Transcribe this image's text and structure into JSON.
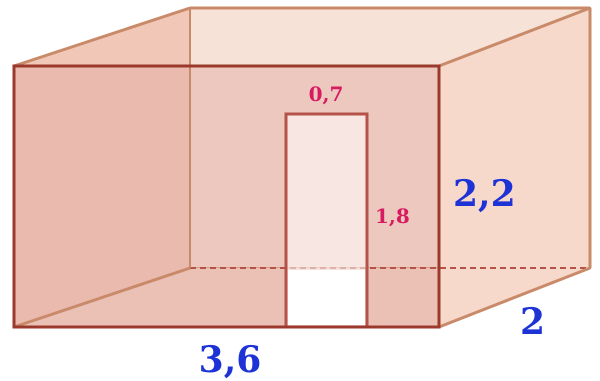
{
  "colors": {
    "edge": "#9b3a2c",
    "back_edge": "#c98a6a",
    "face_fill": "#f6ddd0",
    "front_face_fill": "#e8b9b2",
    "door_fill": "#ffffff",
    "door_edge": "#b5524a",
    "door_label": "#d81b60",
    "main_label": "#1e33d6"
  },
  "labels": {
    "door_width": "0,7",
    "door_height": "1,8",
    "room_height": "2,2",
    "room_width": "3,6",
    "room_depth": "2"
  }
}
